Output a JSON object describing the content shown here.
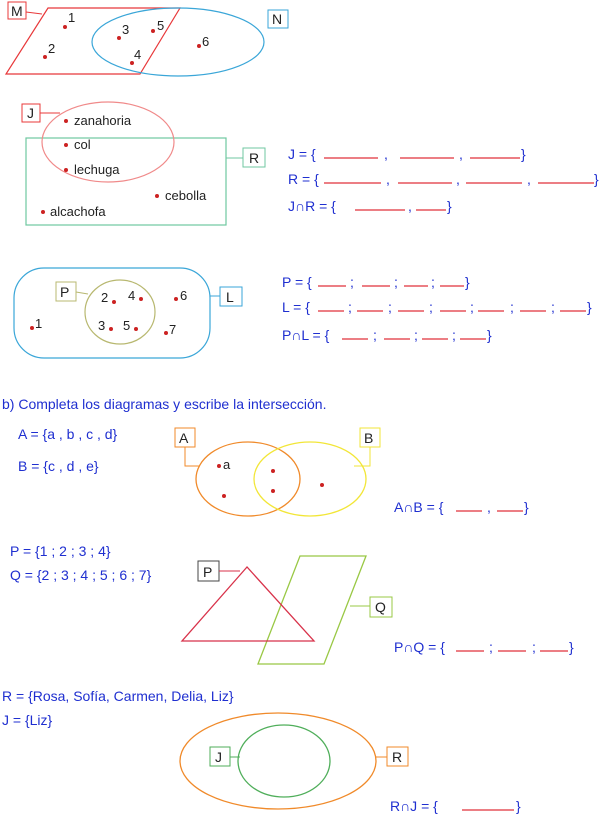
{
  "colors": {
    "red": "#e8383a",
    "blue": "#3aa6d8",
    "green": "#6fc7a0",
    "olive": "#b8b870",
    "orange": "#f08a2a",
    "yellow": "#f2e638",
    "crimson": "#d8324a",
    "lime": "#99c844",
    "text_blue": "#1f2fd0",
    "dot": "#cc2222",
    "answer_line": "#e0303a"
  },
  "diagram1": {
    "tag_m": "M",
    "tag_n": "N",
    "nums": [
      "1",
      "2",
      "3",
      "5",
      "4",
      "6"
    ]
  },
  "diagram2": {
    "tag_j": "J",
    "tag_r": "R",
    "items": [
      "zanahoria",
      "col",
      "lechuga",
      "cebolla",
      "alcachofa"
    ],
    "eq_j": "J = {",
    "eq_r": "R = {",
    "eq_int": "J∩R = {",
    "close": "}",
    "comma": ","
  },
  "diagram3": {
    "tag_p": "P",
    "tag_l": "L",
    "nums": [
      "2",
      "4",
      "6",
      "3",
      "5",
      "7",
      "1"
    ],
    "eq_p": "P = {",
    "eq_l": "L = {",
    "eq_int": "P∩L = {",
    "close": "}",
    "sep": ";"
  },
  "section_b": {
    "title": "b)  Completa los diagramas y escribe la intersección."
  },
  "diagram4": {
    "set_a": "A = {a , b , c , d}",
    "set_b": "B = {c , d , e}",
    "tag_a": "A",
    "tag_b": "B",
    "elem_a": "a",
    "eq_int": "A∩B = {",
    "close": "}",
    "comma": ","
  },
  "diagram5": {
    "set_p": "P = {1 ;  2 ; 3 ; 4}",
    "set_q": "Q = {2 ; 3 ; 4 ; 5 ; 6 ; 7}",
    "tag_p": "P",
    "tag_q": "Q",
    "eq_int": "P∩Q = {",
    "close": "}",
    "sep": ";"
  },
  "diagram6": {
    "set_r": "R  = {Rosa, Sofía, Carmen, Delia, Liz}",
    "set_j": "J = {Liz}",
    "tag_j": "J",
    "tag_r": "R",
    "eq_int": "R∩J = {",
    "close": "}"
  }
}
